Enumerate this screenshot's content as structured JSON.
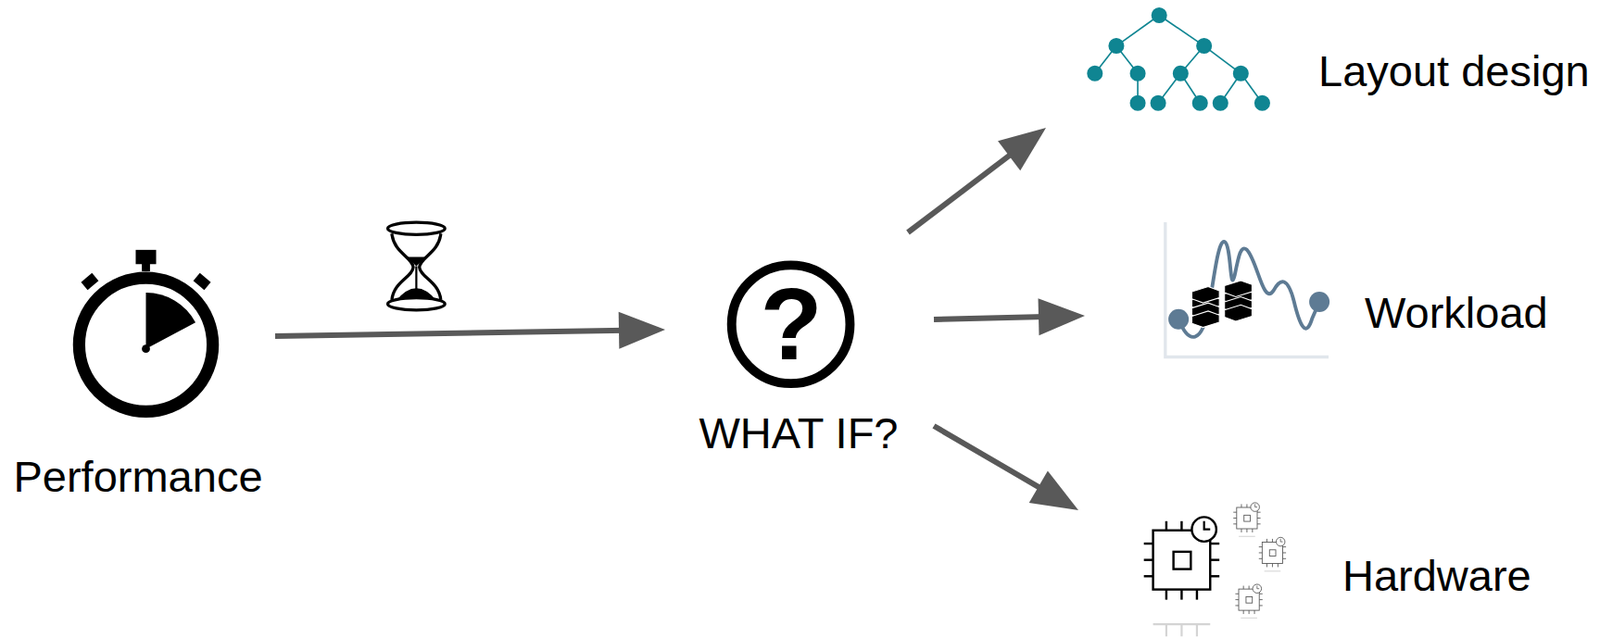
{
  "diagram": {
    "nodes": [
      {
        "text": [
          "Performance"
        ]
      },
      {
        "text": [
          "?",
          "WHAT IF?"
        ]
      },
      {
        "text": [
          "Layout design"
        ]
      },
      {
        "text": [
          "Workload"
        ]
      },
      {
        "text": [
          "Hardware"
        ]
      }
    ],
    "edges": [
      {
        "from": 0,
        "to": 1,
        "arrow": "to"
      },
      {
        "from": 1,
        "to": 2,
        "arrow": "to"
      },
      {
        "from": 1,
        "to": 3,
        "arrow": "to"
      },
      {
        "from": 1,
        "to": 4,
        "arrow": "to"
      }
    ]
  }
}
